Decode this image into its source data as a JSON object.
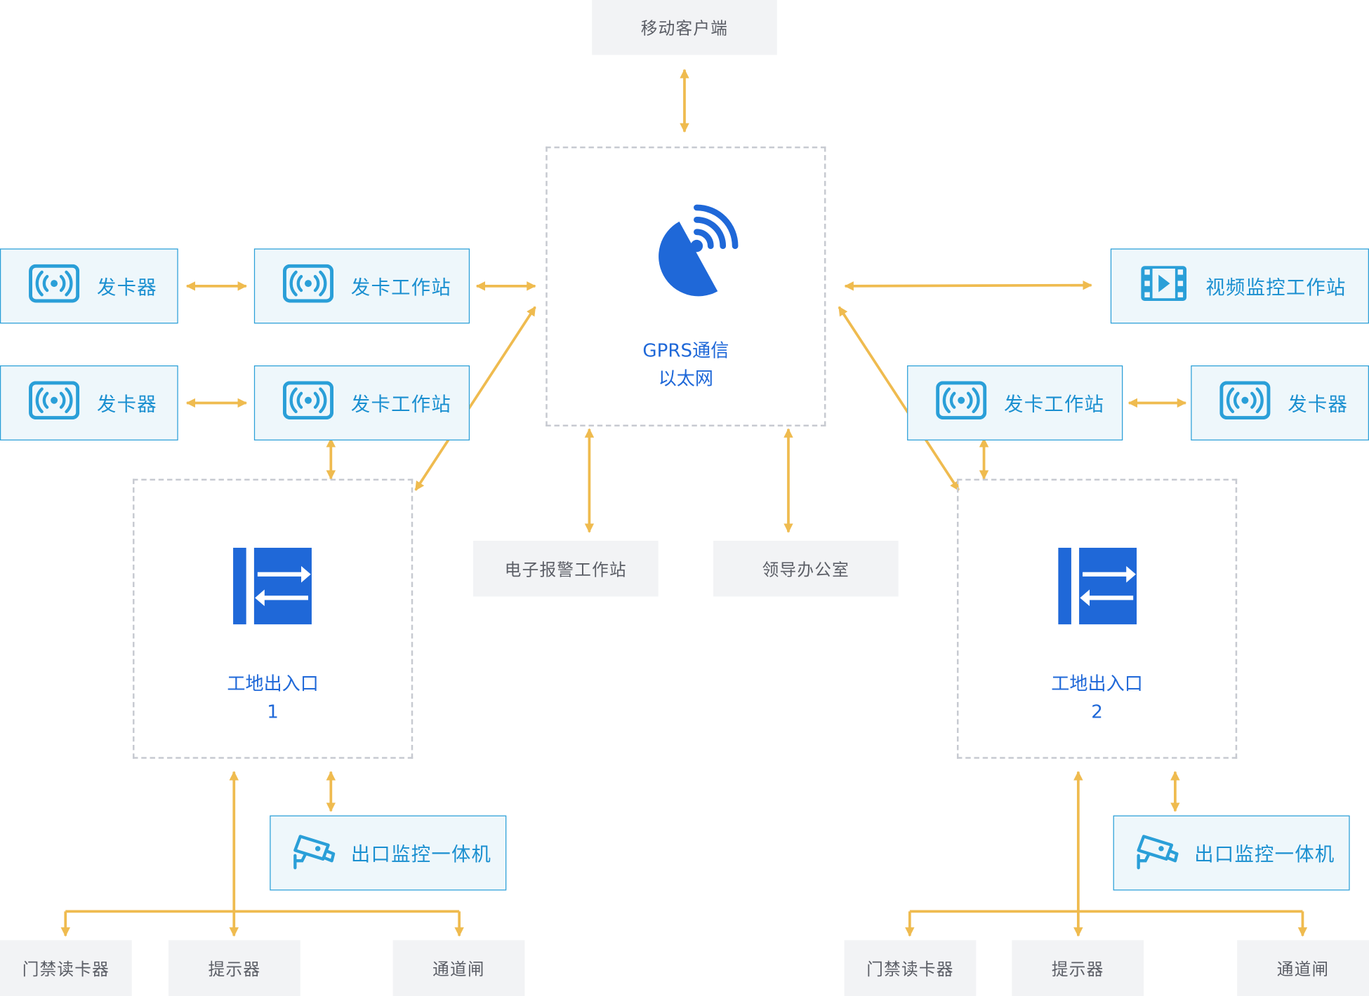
{
  "hub": {
    "line1": "GPRS通信",
    "line2": "以太网"
  },
  "mobile_client": "移动客户端",
  "left_rows": [
    {
      "reader": "发卡器",
      "station": "发卡工作站"
    },
    {
      "reader": "发卡器",
      "station": "发卡工作站"
    }
  ],
  "video_station": "视频监控工作站",
  "right_row": {
    "station": "发卡工作站",
    "reader": "发卡器"
  },
  "alarm_station": "电子报警工作站",
  "leader_office": "领导办公室",
  "site1": {
    "title": "工地出入口",
    "number": "1"
  },
  "site2": {
    "title": "工地出入口",
    "number": "2"
  },
  "monitor_label": "出口监控一体机",
  "devices": {
    "card_reader": "门禁读卡器",
    "prompter": "提示器",
    "gate": "通道闸"
  },
  "colors": {
    "arrow": "#efbb4f",
    "accent": "#1f68d8",
    "box_border": "#2a9fd8",
    "box_fill": "#eef7fb",
    "gray_fill": "#f2f3f5"
  }
}
